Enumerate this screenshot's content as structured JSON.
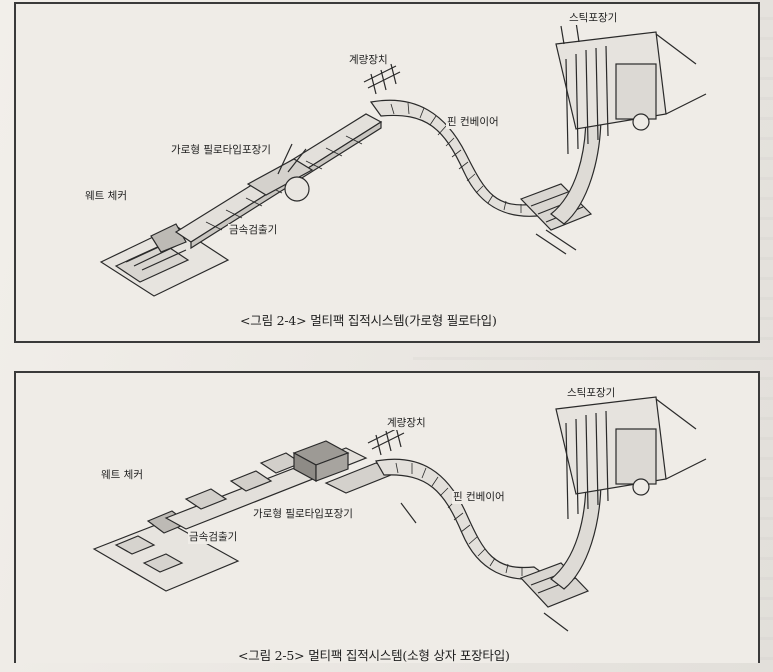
{
  "figure1": {
    "labels": {
      "stick_packer": "스틱포장기",
      "weighing_device": "계량장치",
      "pin_conveyor": "핀 컨베이어",
      "horizontal_pillow_packer": "가로형 필로타입포장기",
      "weight_checker": "웨트 체커",
      "metal_detector": "금속검출기"
    },
    "caption": "<그림 2-4> 멀티팩 집적시스템(가로형 필로타입)"
  },
  "figure2": {
    "labels": {
      "stick_packer": "스틱포장기",
      "weighing_device": "계량장치",
      "pin_conveyor": "핀 컨베이어",
      "horizontal_pillow_packer": "가로형 필로타입포장기",
      "weight_checker": "웨트 체커",
      "metal_detector": "금속검출기"
    },
    "caption": "<그림 2-5> 멀티팩 집적시스템(소형 상자 포장타입)"
  }
}
